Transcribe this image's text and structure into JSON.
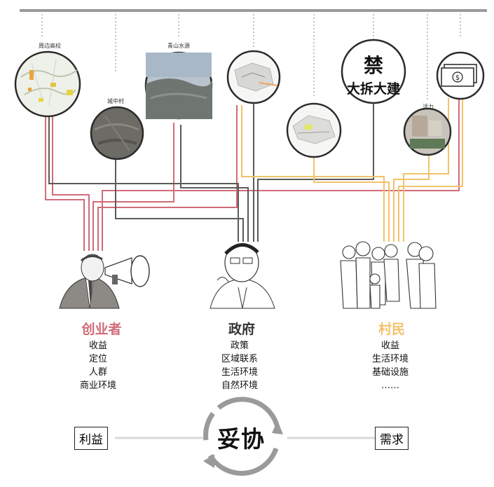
{
  "circles": {
    "schools_label": "周边高校",
    "village_label": "城中村",
    "mountain_label": "青山水源",
    "vitality_label": "活力",
    "ban_top": "禁",
    "ban_bottom": "大拆大建"
  },
  "actors": {
    "entrepreneur": {
      "title": "创业者",
      "items": [
        "收益",
        "定位",
        "人群",
        "商业环境"
      ]
    },
    "government": {
      "title": "政府",
      "items": [
        "政策",
        "区域联系",
        "生活环境",
        "自然环境"
      ]
    },
    "villagers": {
      "title": "村民",
      "items": [
        "收益",
        "生活环境",
        "基础设施",
        "……"
      ]
    }
  },
  "bottom": {
    "left_box": "利益",
    "center": "妥协",
    "right_box": "需求"
  },
  "colors": {
    "entrepreneur": "#d16b78",
    "government": "#555555",
    "villagers": "#f2c26b",
    "cycle_arrow": "#9a9a9a"
  }
}
